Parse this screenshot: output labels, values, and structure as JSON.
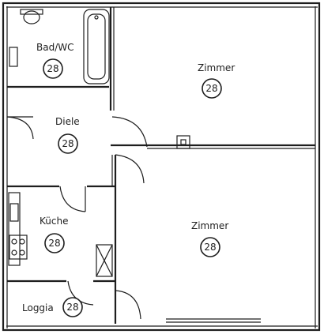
{
  "rooms": [
    {
      "key": "bath",
      "label": "Bad/WC",
      "number": "28"
    },
    {
      "key": "room1",
      "label": "Zimmer",
      "number": "28"
    },
    {
      "key": "hall",
      "label": "Diele",
      "number": "28"
    },
    {
      "key": "kitchen",
      "label": "Küche",
      "number": "28"
    },
    {
      "key": "room2",
      "label": "Zimmer",
      "number": "28"
    },
    {
      "key": "loggia",
      "label": "Loggia",
      "number": "28"
    }
  ],
  "colors": {
    "ink": "#1e1e1e",
    "paper": "#ffffff"
  }
}
